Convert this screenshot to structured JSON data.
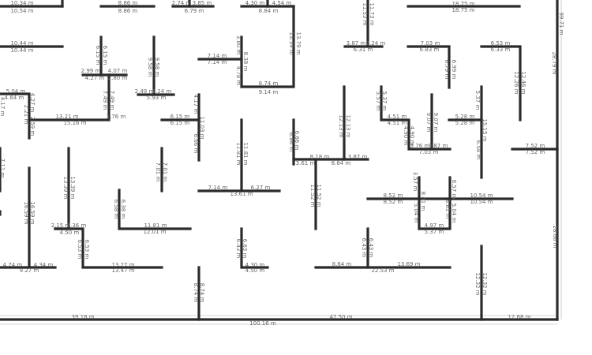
{
  "title": "Floor plan wall dimensions",
  "colors": {
    "wall": "#2b2b2b",
    "dimension": "#666666"
  },
  "unit": "m",
  "labels": [
    "10.34 m",
    "10.54 m",
    "8.86 m",
    "8.86 m",
    "2.74 m",
    "3.85 m",
    "6.79 m",
    "4.30 m",
    "4.54 m",
    "8.84 m",
    "10.44 m",
    "10.44 m",
    "6.15 m",
    "6.15 m",
    "2.99 m",
    "4.07 m",
    "4.27 m",
    "2.80 m",
    "9.58 m",
    "9.58 m",
    "7.14 m",
    "7.14 m",
    "3.80 m",
    "8.38 m",
    "4.78 m",
    "13.39 m",
    "8.74 m",
    "9.14 m",
    "2.49 m",
    "3.24 m",
    "5.93 m",
    "5.04 m",
    "4.64 m",
    "4.17 m",
    "4.27 m",
    "2.21 m",
    "2.59 m",
    "7.49 m",
    "7.49 m",
    "13.21 m",
    "15.16 m",
    "1.76 m",
    "6.15 m",
    "6.15 m",
    "4.17 m",
    "11.03 m",
    "6.66 m",
    "11.81 m",
    "11.81 m",
    "6.86 m",
    "7.11 m",
    "7.01 m",
    "7.01 m",
    "13.39 m",
    "13.39 m",
    "16.59 m",
    "16.59 m",
    "7.14 m",
    "6.27 m",
    "13.61 m",
    "6.58 m",
    "6.38 m",
    "2.15 m",
    "2.36 m",
    "4.50 m",
    "11.81 m",
    "12.01 m",
    "6.53 m",
    "6.53 m",
    "6.43 m",
    "6.63 m",
    "4.74 m",
    "4.34 m",
    "9.27 m",
    "13.27 m",
    "13.47 m",
    "4.30 m",
    "4.50 m",
    "8.74 m",
    "8.74 m",
    "39.18 m",
    "100.16 m",
    "11.53 m",
    "11.73 m",
    "13.79 m",
    "3.87 m",
    "2.24 m",
    "6.31 m",
    "18.75 m",
    "18.75 m",
    "7.03 m",
    "6.83 m",
    "6.79 m",
    "6.99 m",
    "6.53 m",
    "6.33 m",
    "12.26 m",
    "12.46 m",
    "28.79 m",
    "99.71 m",
    "12.13 m",
    "12.13 m",
    "5.57 m",
    "5.37 m",
    "4.51 m",
    "4.51 m",
    "4.90 m",
    "4.90 m",
    "9.07 m",
    "9.07 m",
    "3.76 m",
    "3.87 m",
    "7.03 m",
    "5.28 m",
    "5.28 m",
    "5.37 m",
    "15.15 m",
    "6.58 m",
    "7.52 m",
    "7.52 m",
    "6.66 m",
    "8.18 m",
    "3.87 m",
    "3.61 m",
    "8.64 m",
    "11.52 m",
    "11.52 m",
    "8.52 m",
    "8.52 m",
    "3.57 m",
    "8.61 m",
    "5.04 m",
    "8.57 m",
    "8.61 m",
    "5.04 m",
    "10.54 m",
    "10.54 m",
    "4.97 m",
    "5.37 m",
    "6.43 m",
    "6.43 m",
    "8.64 m",
    "13.69 m",
    "22.53 m",
    "12.32 m",
    "12.32 m",
    "28.66 m",
    "47.50 m",
    "12.68 m"
  ]
}
